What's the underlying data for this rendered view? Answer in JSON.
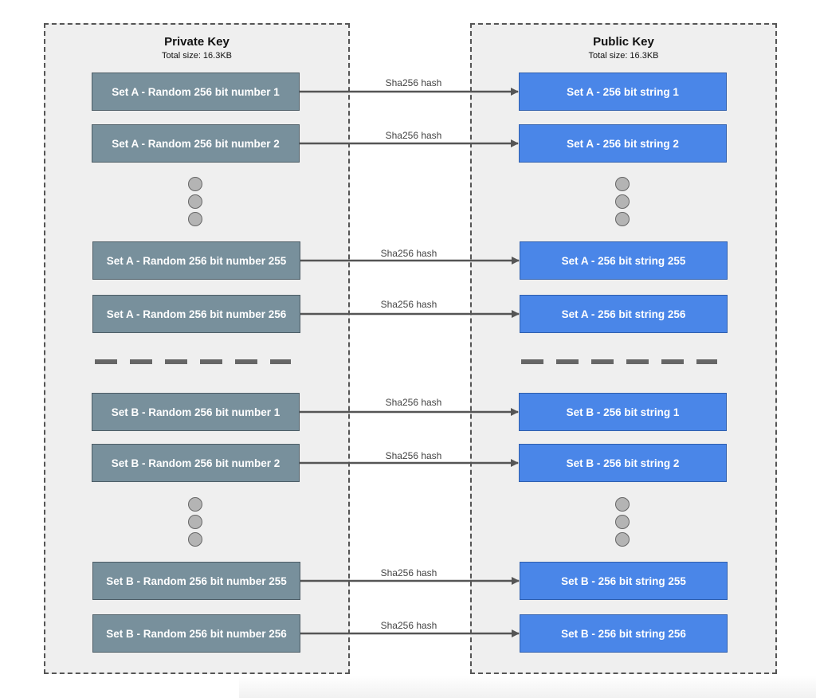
{
  "private_key": {
    "title": "Private Key",
    "subtitle": "Total size: 16.3KB",
    "set_a": [
      "Set A - Random 256 bit number 1",
      "Set A - Random 256 bit number 2",
      "Set A - Random 256 bit number 255",
      "Set A - Random 256 bit number 256"
    ],
    "set_b": [
      "Set B - Random 256 bit number 1",
      "Set B - Random 256 bit number 2",
      "Set B - Random 256 bit number 255",
      "Set B - Random 256 bit number 256"
    ]
  },
  "public_key": {
    "title": "Public Key",
    "subtitle": "Total size: 16.3KB",
    "set_a": [
      "Set A - 256 bit string 1",
      "Set A - 256 bit string 2",
      "Set A - 256 bit string 255",
      "Set A - 256 bit string 256"
    ],
    "set_b": [
      "Set B - 256 bit string 1",
      "Set B - 256 bit string 2",
      "Set B - 256 bit string 255",
      "Set B - 256 bit string 256"
    ]
  },
  "edge_label": "Sha256 hash",
  "colors": {
    "private_box": "#78909c",
    "public_box": "#4a86e8",
    "arrow": "#555555"
  }
}
